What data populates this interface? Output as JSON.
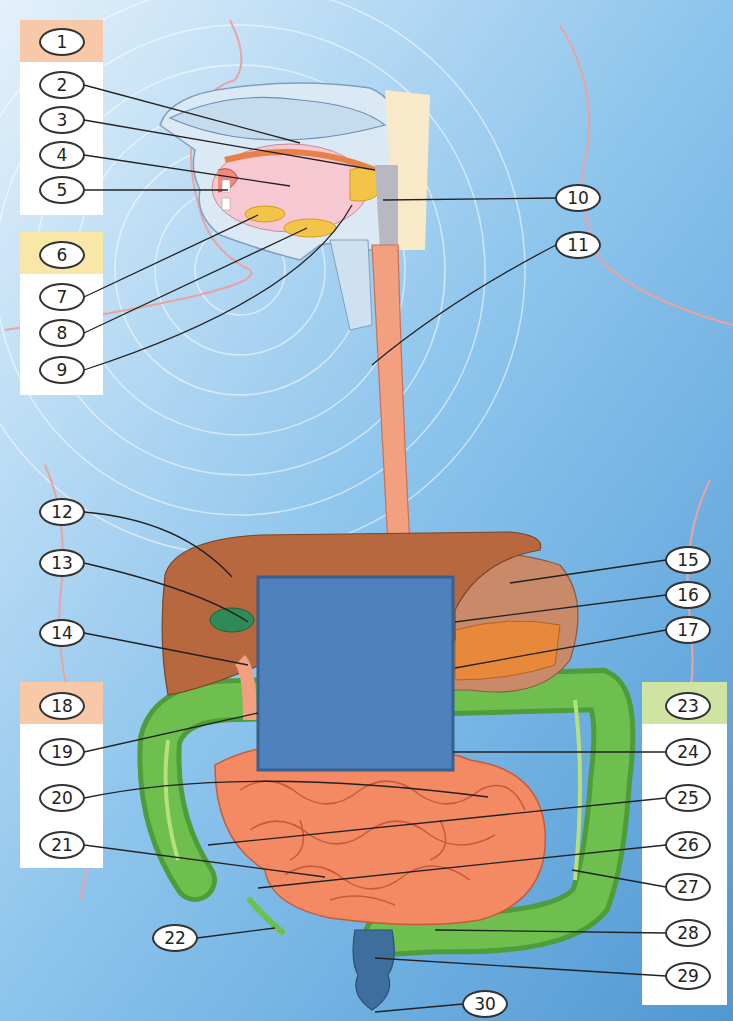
{
  "diagram": {
    "labels": [
      "1",
      "2",
      "3",
      "4",
      "5",
      "6",
      "7",
      "8",
      "9",
      "10",
      "11",
      "12",
      "13",
      "14",
      "15",
      "16",
      "17",
      "18",
      "19",
      "20",
      "21",
      "22",
      "23",
      "24",
      "25",
      "26",
      "27",
      "28",
      "29",
      "30"
    ]
  }
}
